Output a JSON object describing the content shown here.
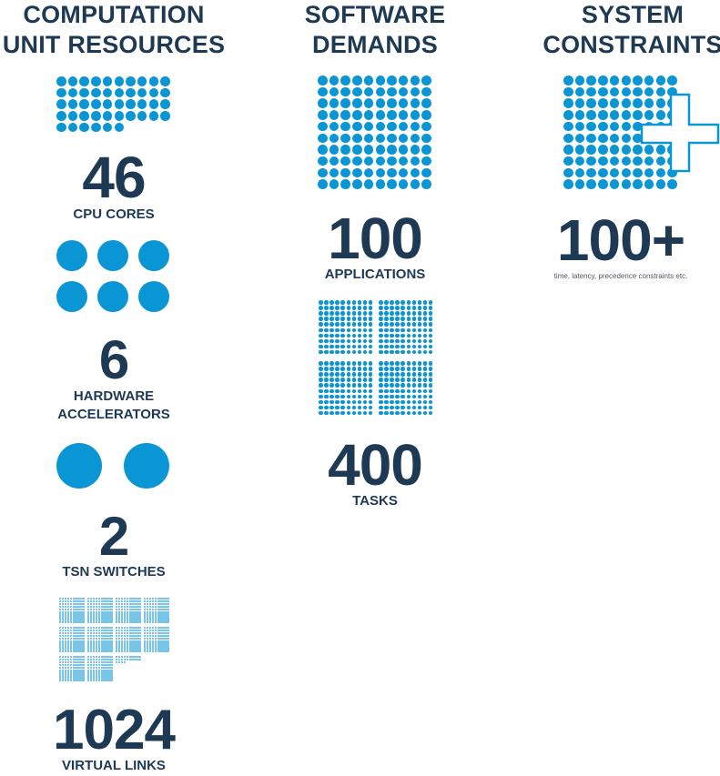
{
  "colors": {
    "accent": "#0a95d5",
    "text": "#1d3954"
  },
  "columns": [
    {
      "title_line1": "COMPUTATION",
      "title_line2": "UNIT RESOURCES",
      "stats": [
        {
          "value": "46",
          "label": "CPU CORES",
          "count": 46
        },
        {
          "value": "6",
          "label_line1": "HARDWARE",
          "label_line2": "ACCELERATORS",
          "count": 6
        },
        {
          "value": "2",
          "label": "TSN SWITCHES",
          "count": 2
        },
        {
          "value": "1024",
          "label": "VIRTUAL LINKS",
          "count": 1024
        }
      ]
    },
    {
      "title_line1": "SOFTWARE",
      "title_line2": "DEMANDS",
      "stats": [
        {
          "value": "100",
          "label": "APPLICATIONS",
          "count": 100
        },
        {
          "value": "400",
          "label": "TASKS",
          "count": 400
        }
      ]
    },
    {
      "title_line1": "SYSTEM",
      "title_line2": "CONSTRAINTS",
      "stats": [
        {
          "value": "100+",
          "caption": "time, latency, precedence constraints etc.",
          "count": 100,
          "icon": "plus-icon"
        }
      ]
    }
  ]
}
